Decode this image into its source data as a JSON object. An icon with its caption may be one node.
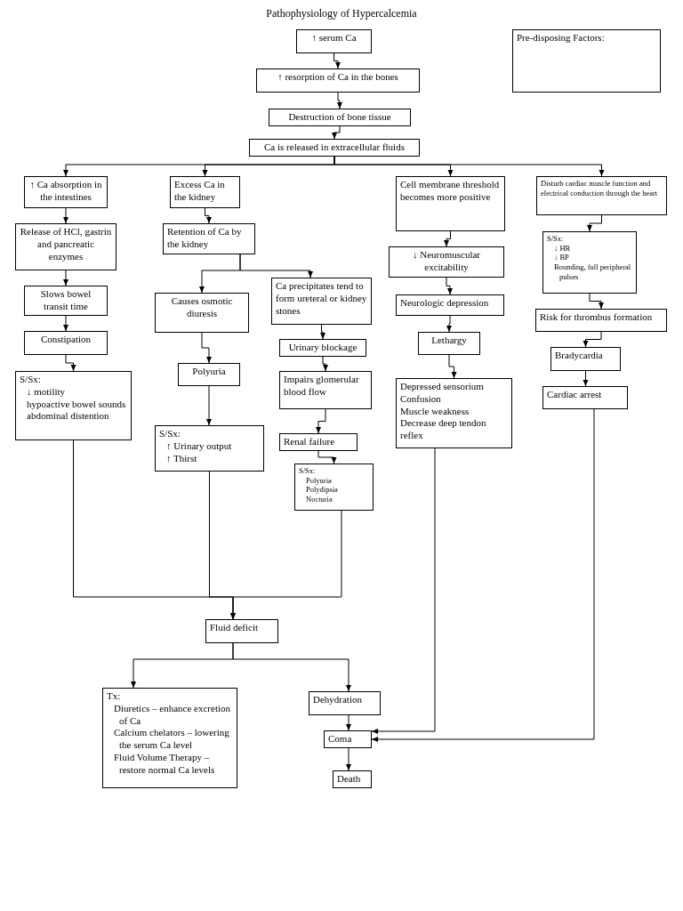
{
  "diagram": {
    "title": "Pathophysiology of Hypercalcemia",
    "nodes": [
      {
        "text": [
          "↑ serum Ca"
        ]
      },
      {
        "text": [
          "Pre-disposing Factors:"
        ]
      },
      {
        "text": [
          "↑ resorption of Ca in the bones"
        ]
      },
      {
        "text": [
          "Destruction of bone tissue"
        ]
      },
      {
        "text": [
          "Ca is released in extracellular fluids"
        ]
      },
      {
        "text": [
          "↑ Ca absorption in the intestines"
        ]
      },
      {
        "text": [
          "Excess Ca in the kidney"
        ]
      },
      {
        "text": [
          "Cell membrane threshold becomes more positive"
        ]
      },
      {
        "text": [
          "Disturb cardiac muscle function and electrical conduction through the heart"
        ]
      },
      {
        "text": [
          "Release of HCl, gastrin and pancreatic enzymes"
        ]
      },
      {
        "text": [
          "Retention of Ca by the kidney"
        ]
      },
      {
        "text": [
          "Slows bowel transit time"
        ]
      },
      {
        "text": [
          "Causes osmotic diuresis"
        ]
      },
      {
        "text": [
          "Ca precipitates tend to form ureteral or kidney stones"
        ]
      },
      {
        "text": [
          "Constipation"
        ]
      },
      {
        "text": [
          "Urinary blockage"
        ]
      },
      {
        "text": [
          "Polyuria"
        ]
      },
      {
        "text": [
          "Impairs glomerular blood flow"
        ]
      },
      {
        "text": [
          "S/Sx:",
          "↓ motility",
          "hypoactive bowel sounds",
          "abdominal distention"
        ]
      },
      {
        "text": [
          "S/Sx:",
          "↑ Urinary output",
          "↑ Thirst"
        ]
      },
      {
        "text": [
          "Renal failure"
        ]
      },
      {
        "text": [
          "S/Sx:",
          "Polyuria",
          "Polydipsia",
          "Nocturia"
        ]
      },
      {
        "text": [
          "↓ Neuromuscular excitability"
        ]
      },
      {
        "text": [
          "Neurologic depression"
        ]
      },
      {
        "text": [
          "Lethargy"
        ]
      },
      {
        "text": [
          "Depressed sensorium",
          "Confusion",
          "Muscle weakness",
          "Decrease deep tendon reflex"
        ]
      },
      {
        "text": [
          "S/Sx:",
          "↓ HR",
          "↓ BP",
          "Bounding, full peripheral pulses"
        ]
      },
      {
        "text": [
          "Risk for thrombus formation"
        ]
      },
      {
        "text": [
          "Bradycardia"
        ]
      },
      {
        "text": [
          "Cardiac arrest"
        ]
      },
      {
        "text": [
          "Fluid deficit"
        ]
      },
      {
        "text": [
          "Tx:",
          "Diuretics – enhance excretion of Ca",
          "Calcium chelators – lowering the serum Ca level",
          "Fluid Volume Therapy – restore normal Ca levels"
        ]
      },
      {
        "text": [
          "Dehydration"
        ]
      },
      {
        "text": [
          "Coma"
        ]
      },
      {
        "text": [
          "Death"
        ]
      }
    ],
    "edges": [
      {
        "from": 0,
        "to": 2,
        "arrow": "to"
      },
      {
        "from": 2,
        "to": 3,
        "arrow": "to"
      },
      {
        "from": 3,
        "to": 4,
        "arrow": "to"
      },
      {
        "from": 4,
        "to": 5,
        "arrow": "to"
      },
      {
        "from": 4,
        "to": 6,
        "arrow": "to"
      },
      {
        "from": 4,
        "to": 7,
        "arrow": "to"
      },
      {
        "from": 4,
        "to": 8,
        "arrow": "to"
      },
      {
        "from": 5,
        "to": 9,
        "arrow": "to"
      },
      {
        "from": 9,
        "to": 11,
        "arrow": "to"
      },
      {
        "from": 11,
        "to": 14,
        "arrow": "to"
      },
      {
        "from": 14,
        "to": 18,
        "arrow": "to"
      },
      {
        "from": 6,
        "to": 10,
        "arrow": "to"
      },
      {
        "from": 10,
        "to": 12,
        "arrow": "to"
      },
      {
        "from": 10,
        "to": 13,
        "arrow": "to"
      },
      {
        "from": 12,
        "to": 16,
        "arrow": "to"
      },
      {
        "from": 16,
        "to": 19,
        "arrow": "to"
      },
      {
        "from": 13,
        "to": 15,
        "arrow": "to"
      },
      {
        "from": 15,
        "to": 17,
        "arrow": "to"
      },
      {
        "from": 17,
        "to": 20,
        "arrow": "to"
      },
      {
        "from": 20,
        "to": 21,
        "arrow": "to"
      },
      {
        "from": 7,
        "to": 22,
        "arrow": "to"
      },
      {
        "from": 22,
        "to": 23,
        "arrow": "to"
      },
      {
        "from": 23,
        "to": 24,
        "arrow": "to"
      },
      {
        "from": 24,
        "to": 25,
        "arrow": "to"
      },
      {
        "from": 8,
        "to": 26,
        "arrow": "to"
      },
      {
        "from": 26,
        "to": 27,
        "arrow": "to"
      },
      {
        "from": 27,
        "to": 28,
        "arrow": "to"
      },
      {
        "from": 28,
        "to": 29,
        "arrow": "to"
      },
      {
        "from": 18,
        "to": 30,
        "arrow": "to"
      },
      {
        "from": 19,
        "to": 30,
        "arrow": "to"
      },
      {
        "from": 21,
        "to": 30,
        "arrow": "to"
      },
      {
        "from": 30,
        "to": 31,
        "arrow": "to"
      },
      {
        "from": 30,
        "to": 32,
        "arrow": "to"
      },
      {
        "from": 32,
        "to": 33,
        "arrow": "to"
      },
      {
        "from": 25,
        "to": 33,
        "arrow": "to"
      },
      {
        "from": 29,
        "to": 33,
        "arrow": "to"
      },
      {
        "from": 33,
        "to": 34,
        "arrow": "to"
      }
    ]
  }
}
